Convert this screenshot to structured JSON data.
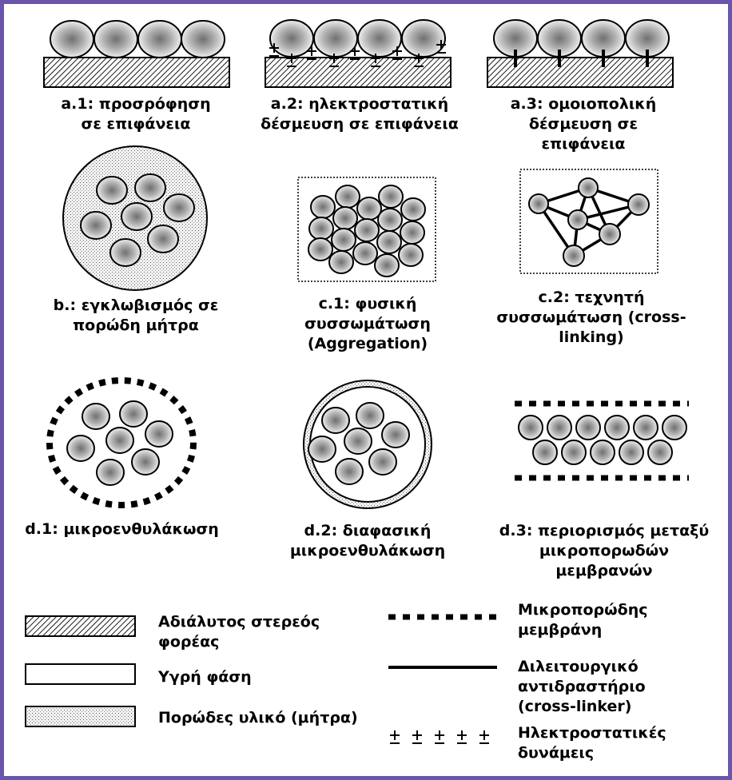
{
  "captions": {
    "a1": [
      "a.1: προσρόφηση",
      "σε επιφάνεια"
    ],
    "a2": [
      "a.2: ηλεκτροστατική",
      "δέσμευση σε επιφάνεια"
    ],
    "a3": [
      "a.3: ομοιοπολική",
      "δέσμευση σε",
      "επιφάνεια"
    ],
    "b": [
      "b.: εγκλωβισμός σε",
      "πορώδη μήτρα"
    ],
    "c1": [
      "c.1: φυσική",
      "συσσωμάτωση",
      "(Aggregation)"
    ],
    "c2": [
      "c.2: τεχνητή",
      "συσσωμάτωση (cross-",
      "linking)"
    ],
    "d1": [
      "d.1: μικροενθυλάκωση"
    ],
    "d2": [
      "d.2: διαφασική",
      "μικροενθυλάκωση"
    ],
    "d3": [
      "d.3: περιορισμός μεταξύ",
      "μικροπορωδών",
      "μεμβρανών"
    ]
  },
  "legend": {
    "solid_carrier": [
      "Αδιάλυτος στερεός",
      "φορέας"
    ],
    "liquid_phase": [
      "Υγρή φάση"
    ],
    "porous_material": [
      "Πορώδες υλικό (μήτρα)"
    ],
    "microporous_membrane": [
      "Μικροπορώδης",
      "μεμβράνη"
    ],
    "crosslinker": [
      "Διλειτουργικό",
      "αντιδραστήριο",
      "(cross-linker)"
    ],
    "electrostatic_forces": [
      "Ηλεκτροστατικές",
      "δυνάμεις"
    ]
  },
  "colors": {
    "frame": "#6a55aa",
    "ink": "#000000",
    "enzyme_center": "#7a7a7a",
    "enzyme_edge": "#ececec"
  }
}
